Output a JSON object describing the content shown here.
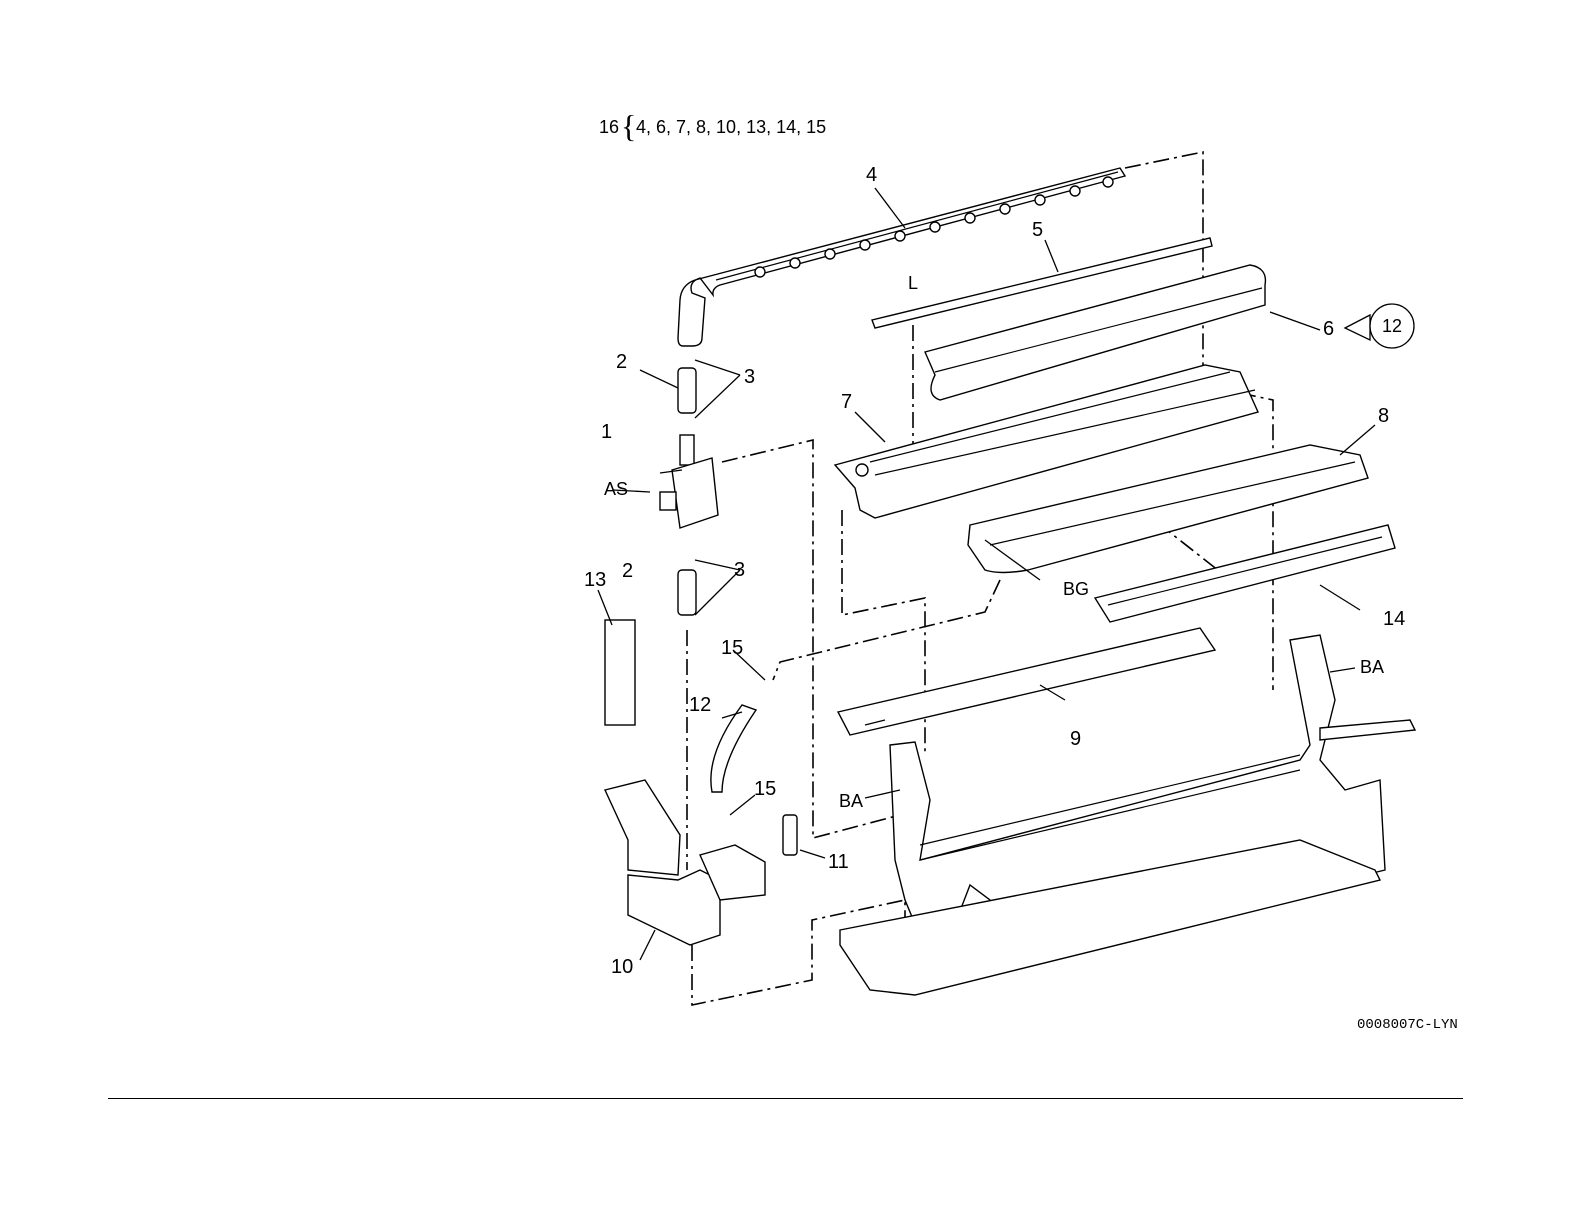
{
  "kit": {
    "number": "16",
    "brace": "{",
    "contents": "4, 6, 7, 8, 10, 13, 14, 15"
  },
  "callouts": {
    "c1": "1",
    "c2a": "2",
    "c2b": "2",
    "c3a": "3",
    "c3b": "3",
    "c4": "4",
    "c5": "5",
    "c6": "6",
    "c7": "7",
    "c8": "8",
    "c9": "9",
    "c10": "10",
    "c11": "11",
    "c12": "12",
    "c13": "13",
    "c14": "14",
    "c15a": "15",
    "c15b": "15",
    "ref12": "12"
  },
  "codes": {
    "L": "L",
    "AS": "AS",
    "BG": "BG",
    "BA_left": "BA",
    "BA_right": "BA"
  },
  "figure_id": "0008007C-LYN"
}
